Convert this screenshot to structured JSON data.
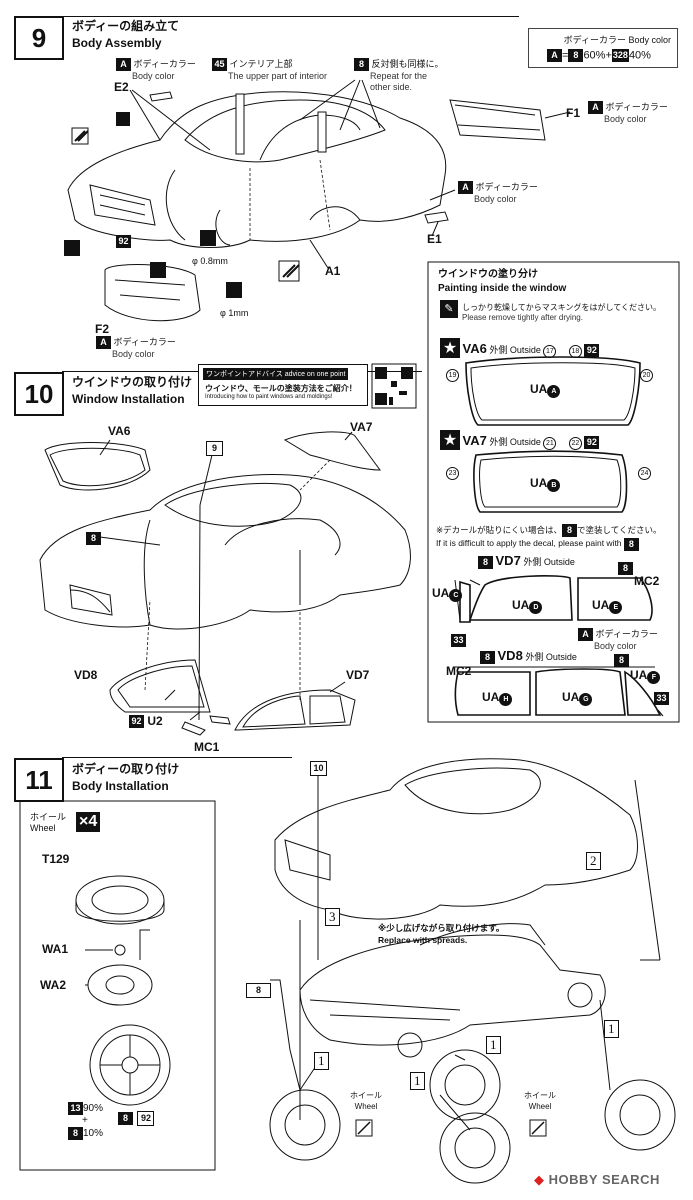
{
  "step9": {
    "number": "9",
    "title_jp": "ボディーの組み立て",
    "title_en": "Body Assembly",
    "colorbox": {
      "label_jp": "ボディーカラー",
      "label_en": "Body color",
      "mix_a": "A",
      "mix_eq": "=",
      "mix_8": "8",
      "mix_8_pct": "60%",
      "mix_plus": "+",
      "mix_328": "328",
      "mix_328_pct": "40%"
    },
    "note_body_a": {
      "code": "A",
      "jp": "ボディーカラー",
      "en": "Body color"
    },
    "note_45": {
      "code": "45",
      "jp": "インテリア上部",
      "en": "The upper part of interior"
    },
    "note_8": {
      "code": "8",
      "jp": "反対側も同様に。",
      "en1": "Repeat for the",
      "en2": "other side."
    },
    "parts": {
      "e2": "E2",
      "f1": "F1",
      "e1": "E1",
      "a1": "A1",
      "f2": "F2"
    },
    "f1_color": {
      "code": "A",
      "jp": "ボディーカラー",
      "en": "Body color"
    },
    "e1_color": {
      "code": "A",
      "jp": "ボディーカラー",
      "en": "Body color"
    },
    "f2_color": {
      "code": "A",
      "jp": "ボディーカラー",
      "en": "Body color"
    },
    "code_92": "92",
    "drill_small": "φ 0.8mm",
    "drill_large": "φ 1mm"
  },
  "window_paint": {
    "title_jp": "ウインドウの塗り分け",
    "title_en": "Painting inside the window",
    "tip_jp": "しっかり乾燥してからマスキングをはがしてください。",
    "tip_en": "Please remove tightly after drying.",
    "va6": {
      "name": "VA6",
      "outside": "外側 Outside",
      "c17": "17",
      "c18": "18",
      "c92": "92",
      "c19": "19",
      "c20": "20",
      "inner": "UA",
      "inner_mark": "A"
    },
    "va7": {
      "name": "VA7",
      "outside": "外側 Outside",
      "c21": "21",
      "c22": "22",
      "c92": "92",
      "c23": "23",
      "c24": "24",
      "inner": "UA",
      "inner_mark": "B"
    },
    "decal_jp_pre": "※デカールが貼りにくい場合は、",
    "decal_jp_post": "で塗装してください。",
    "decal_en": "If it is difficult to apply the decal, please paint with",
    "code_8": "8",
    "vd7": {
      "name": "VD7",
      "outside": "外側 Outside",
      "ua_c": "UA",
      "ua_c_mark": "C",
      "ua_d": "UA",
      "ua_d_mark": "D",
      "ua_e": "UA",
      "ua_e_mark": "E",
      "mc2": "MC2"
    },
    "body_color": {
      "code": "A",
      "jp": "ボディーカラー",
      "en": "Body color"
    },
    "vd8": {
      "name": "VD8",
      "outside": "外側 Outside",
      "mc2": "MC2",
      "ua_h": "UA",
      "ua_h_mark": "H",
      "ua_g": "UA",
      "ua_g_mark": "G",
      "ua_f": "UA",
      "ua_f_mark": "F"
    },
    "c33": "33"
  },
  "step10": {
    "number": "10",
    "title_jp": "ウインドウの取り付け",
    "title_en": "Window Installation",
    "advice_tag_jp": "ワンポイントアドバイス",
    "advice_tag_en": "advice on one point",
    "advice_jp": "ウインドウ、モールの塗装方法をご紹介！",
    "advice_en": "Introducing how to paint windows and moldings!",
    "parts": {
      "va6": "VA6",
      "va7": "VA7",
      "vd8": "VD8",
      "vd7": "VD7",
      "u2": "U2",
      "mc1": "MC1"
    },
    "code_9": "9",
    "code_8": "8",
    "code_92": "92"
  },
  "step11": {
    "number": "11",
    "title_jp": "ボディーの取り付け",
    "title_en": "Body Installation",
    "wheel_jp": "ホイール",
    "wheel_en": "Wheel",
    "wheel_qty": "×4",
    "parts": {
      "t129": "T129",
      "wa1": "WA1",
      "wa2": "WA2"
    },
    "mix": {
      "c13": "13",
      "p90": "90%",
      "plus": "+",
      "c8": "8",
      "p10": "10%",
      "c8b": "8",
      "c92": "92"
    },
    "code_10": "10",
    "code_8": "8",
    "spread_jp": "※少し広げながら取り付けます。",
    "spread_en": "Replace with spreads.",
    "arrow_2": "2",
    "arrow_3": "3",
    "arrow_1": "1",
    "wheel_note_jp": "ホイール",
    "wheel_note_en": "Wheel"
  },
  "watermark": "HOBBY SEARCH"
}
